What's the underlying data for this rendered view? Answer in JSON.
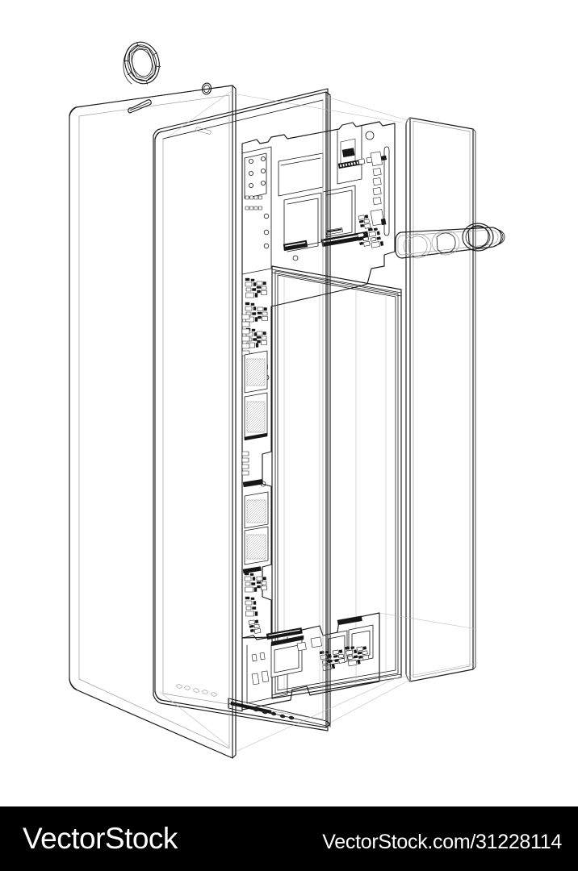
{
  "footer": {
    "logo_text": "VectorStock",
    "url_text": "VectorStock.com/31228114",
    "background_color": "#000000",
    "text_color": "#ffffff"
  },
  "illustration": {
    "title": "Exploded view wireframe of a smartphone",
    "style": "technical line art / blueprint outline",
    "background_color": "#ffffff",
    "stroke_color": "#1a1a1a",
    "light_stroke_color": "#8a8a8a",
    "layers": [
      {
        "name": "camera-lens-ring",
        "label": "Detached camera lens ring"
      },
      {
        "name": "front-glass-panel",
        "label": "Front glass / touch panel"
      },
      {
        "name": "mid-frame-chassis",
        "label": "Mid-frame chassis with earpiece slot"
      },
      {
        "name": "main-pcb",
        "label": "Main printed circuit board"
      },
      {
        "name": "display-panel",
        "label": "LCD / OLED display panel"
      },
      {
        "name": "back-cover",
        "label": "Rear cover with triple camera module"
      },
      {
        "name": "daughter-board",
        "label": "Lower daughter board"
      }
    ],
    "features": [
      "earpiece-slot",
      "front-sensor-hole",
      "triple-camera-bump",
      "bottom-speaker-grille",
      "board-to-board-connectors",
      "shield-cans",
      "flex-cable-sockets"
    ]
  }
}
